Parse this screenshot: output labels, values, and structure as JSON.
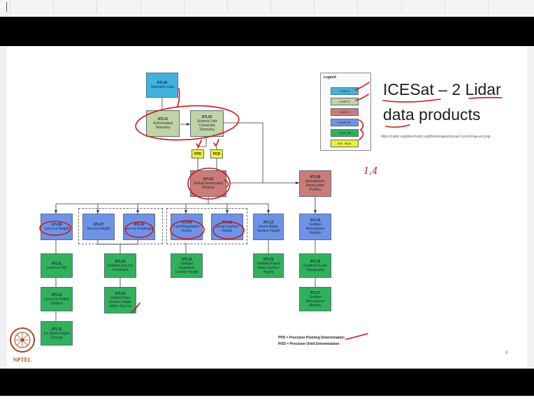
{
  "slide": {
    "title_line1": "ICESat – 2 Lidar",
    "title_line2": "data products",
    "url": "https://nsidc.org/sites/nsidc.org/files/images/icesat-2-prod-map-ver.png",
    "handwritten_note": "1,4",
    "page_number": "8",
    "abbreviations": [
      "PPD = Precision Pointing Determination",
      "POD = Precision Orbit Determination"
    ],
    "logo_text": "NPTEL"
  },
  "legend": {
    "title": "Legend",
    "items": [
      {
        "label": "Level 0",
        "color": "#3fb3de"
      },
      {
        "label": "Level 1",
        "color": "#c2d3a4"
      },
      {
        "label": "Level 2",
        "color": "#cd7b77"
      },
      {
        "label": "Level 3A",
        "color": "#6d93e8"
      },
      {
        "label": "Level 3B",
        "color": "#2fb35a"
      },
      {
        "label": "Ext. Input",
        "color": "#f5f02a"
      }
    ]
  },
  "nodes": {
    "atl00": {
      "id": "ATL00",
      "desc": "Telemetry Data"
    },
    "atl01": {
      "id": "ATL01",
      "desc": "Reformatted Telemetry"
    },
    "atl02": {
      "id": "ATL02",
      "desc": "Science Unit Converted Telemetry"
    },
    "ppd": {
      "id": "PPD"
    },
    "pod": {
      "id": "POD"
    },
    "atl03": {
      "id": "ATL03",
      "desc": "Global Geolocated Photons"
    },
    "atl09": {
      "id": "ATL09",
      "desc": "Atmospheric Backscatter Profiles"
    },
    "atl06": {
      "id": "ATL06",
      "desc": "Land Ice Height"
    },
    "atl07": {
      "id": "ATL07",
      "desc": "Sea Ice Height"
    },
    "atl10": {
      "id": "ATL10",
      "desc": "Sea Ice Freeboard"
    },
    "atl08": {
      "id": "ATL08",
      "desc": "Land/Vegetation Height"
    },
    "atl12": {
      "id": "ATL12",
      "desc": "Ocean Surface Height"
    },
    "atl13": {
      "id": "ATL13",
      "desc": "Inland Water Surface Height"
    },
    "atl11": {
      "id": "ATL11",
      "desc": "Land Ice H(t)"
    },
    "atl14": {
      "id": "ATL14",
      "desc": "Land Ice Height Gridded"
    },
    "atl15": {
      "id": "ATL15",
      "desc": "Ice Sheet Height Change"
    },
    "atl19": {
      "id": "ATL19",
      "desc": "Gridded Ocean Topography"
    },
    "atl20": {
      "id": "ATL20",
      "desc": "Gridded Sea Ice Freeboard"
    },
    "atl21": {
      "id": "ATL21",
      "desc": "Gridded Sea Surface Height Within Sea Ice"
    },
    "atl18": {
      "id": "ATL18",
      "desc": "Gridded Vegetation Canopy Height"
    },
    "atl22": {
      "id": "ATL22",
      "desc": "Gridded Inland Water Surface Height"
    },
    "atl16": {
      "id": "ATL16",
      "desc": "Gridded Atmosphere Weekly"
    },
    "atl17": {
      "id": "ATL17",
      "desc": "Gridded Atmosphere Monthly"
    }
  }
}
